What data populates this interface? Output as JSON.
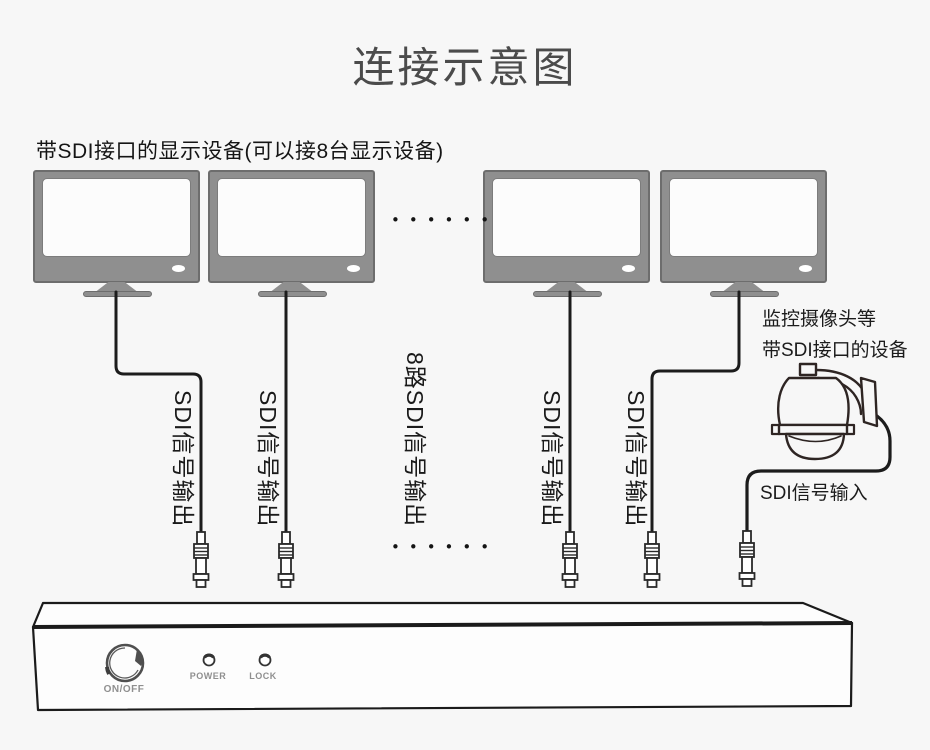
{
  "title": "连接示意图",
  "top_label": "带SDI接口的显示设备(可以接8台显示设备)",
  "dots": {
    "row": "••••••"
  },
  "signals": {
    "out": "SDI信号输出",
    "out_multi": "8路SDI信号输出",
    "input": "SDI信号输入"
  },
  "camera": {
    "label_line1": "监控摄像头等",
    "label_line2": "带SDI接口的设备"
  },
  "device": {
    "onoff": "ON/OFF",
    "power": "POWER",
    "lock": "LOCK"
  },
  "colors": {
    "background": "#f7f7f7",
    "monitor_body": "#8f8f8f",
    "monitor_screen": "#fcfcfc",
    "cable_line": "#1c1c1c",
    "title_text": "#4b4b4b",
    "panel_text": "#8f8f8f"
  }
}
